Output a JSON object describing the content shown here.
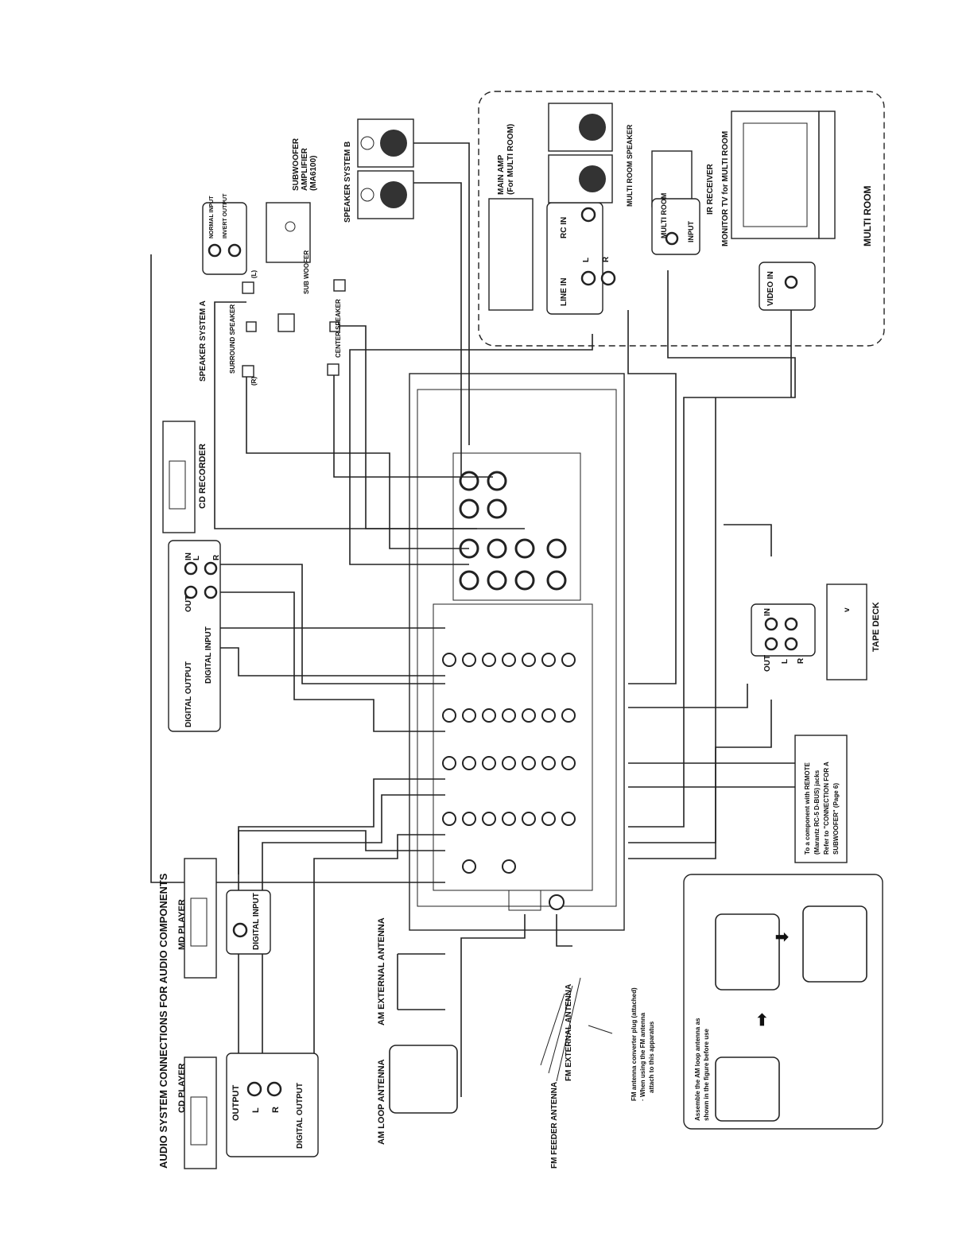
{
  "title": "AUDIO SYSTEM CONNECTIONS FOR AUDIO COMPONENTS",
  "cd_player": {
    "name": "CD PLAYER",
    "output": "OUTPUT",
    "l": "L",
    "r": "R",
    "digital_output": "DIGITAL OUTPUT"
  },
  "md_player": {
    "name": "MD PLAYER",
    "digital_input": "DIGITAL INPUT"
  },
  "antennas": {
    "am_loop": "AM LOOP ANTENNA",
    "am_external": "AM EXTERNAL ANTENNA",
    "fm_feeder": "FM FEEDER ANTENNA",
    "fm_external": "FM EXTERNAL ANTENNA",
    "fm_note_1": "FM antenna converter plug (attached)",
    "fm_note_2": "· When using the FM antenna",
    "fm_note_3": "attach to this apparatus",
    "assemble_1": "Assemble the AM loop antenna as",
    "assemble_2": "shown in the figure before use"
  },
  "remote_note": {
    "line1": "To a component with REMOTE",
    "line2": "(Marantz RC-5 D-BUS) jacks",
    "line3": "Refer to \"CONNECTION FOR A",
    "line4": "SUBWOOFER\" (Page 6)"
  },
  "tape_deck": {
    "name": "TAPE DECK",
    "out": "OUT",
    "in": "IN",
    "l": "L",
    "r": "R"
  },
  "cd_recorder": {
    "name": "CD RECORDER",
    "out": "OUT",
    "in": "IN",
    "l": "L",
    "r": "R",
    "digital_input": "DIGITAL INPUT",
    "digital_output": "DIGITAL OUTPUT"
  },
  "speakers": {
    "system_a": "SPEAKER SYSTEM A",
    "system_b": "SPEAKER SYSTEM B",
    "surround": "SURROUND SPEAKER",
    "center": "CENTER SPEAKER",
    "sub_woofer": "SUB WOOFER",
    "left": "(L)",
    "right": "(R)"
  },
  "subwoofer_amp": {
    "name1": "SUBWOOFER",
    "name2": "AMPLIFIER",
    "name3": "(MA6100)",
    "normal_input": "NORMAL INPUT",
    "invert_output": "INVERT OUTPUT"
  },
  "multi_room": {
    "title": "MULTI ROOM",
    "main_amp_1": "MAIN AMP",
    "main_amp_2": "(For MULTI ROOM)",
    "line_in": "LINE IN",
    "rc_in": "RC IN",
    "l": "L",
    "r": "R",
    "speaker": "MULTI ROOM SPEAKER",
    "ir_receiver": "IR RECEIVER",
    "multi_room_label": "MULTI ROOM",
    "input": "INPUT",
    "monitor_tv": "MONITOR TV for MULTI ROOM",
    "video_in": "VIDEO IN"
  },
  "page_mark": "v"
}
